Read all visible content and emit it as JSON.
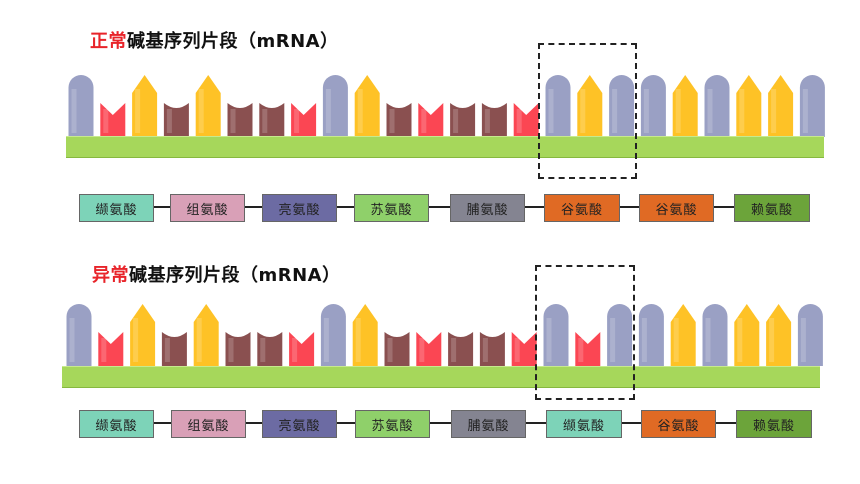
{
  "colors": {
    "A": "#9aa0c4",
    "U": "#fb4653",
    "G": "#fec226",
    "C": "#8a5050",
    "rail": "#a6d75b",
    "title_highlight": "#e8242a"
  },
  "normal": {
    "title_highlight": "正常",
    "title_rest": "碱基序列片段（mRNA）",
    "bases": [
      "A",
      "U",
      "G",
      "C",
      "G",
      "C",
      "C",
      "U",
      "A",
      "G",
      "C",
      "U",
      "C",
      "C",
      "U",
      "A",
      "G",
      "A",
      "A",
      "G",
      "A",
      "G",
      "G",
      "A"
    ],
    "amino_acids": [
      {
        "label": "缬氨酸",
        "color": "#7dd3b8"
      },
      {
        "label": "组氨酸",
        "color": "#d9a0b7"
      },
      {
        "label": "亮氨酸",
        "color": "#6c6ba3"
      },
      {
        "label": "苏氨酸",
        "color": "#8fd06a"
      },
      {
        "label": "脯氨酸",
        "color": "#848491"
      },
      {
        "label": "谷氨酸",
        "color": "#e06a24"
      },
      {
        "label": "谷氨酸",
        "color": "#e06a24"
      },
      {
        "label": "赖氨酸",
        "color": "#6ca43a"
      }
    ]
  },
  "abnormal": {
    "title_highlight": "异常",
    "title_rest": "碱基序列片段（mRNA）",
    "bases": [
      "A",
      "U",
      "G",
      "C",
      "G",
      "C",
      "C",
      "U",
      "A",
      "G",
      "C",
      "U",
      "C",
      "C",
      "U",
      "A",
      "U",
      "A",
      "A",
      "G",
      "A",
      "G",
      "G",
      "A"
    ],
    "amino_acids": [
      {
        "label": "缬氨酸",
        "color": "#7dd3b8"
      },
      {
        "label": "组氨酸",
        "color": "#d9a0b7"
      },
      {
        "label": "亮氨酸",
        "color": "#6c6ba3"
      },
      {
        "label": "苏氨酸",
        "color": "#8fd06a"
      },
      {
        "label": "脯氨酸",
        "color": "#848491"
      },
      {
        "label": "缬氨酸",
        "color": "#7dd3b8"
      },
      {
        "label": "谷氨酸",
        "color": "#e06a24"
      },
      {
        "label": "赖氨酸",
        "color": "#6ca43a"
      }
    ]
  }
}
